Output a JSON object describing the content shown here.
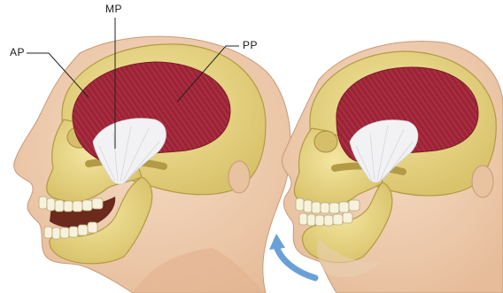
{
  "labels": {
    "anterior": "AP",
    "middle": "MP",
    "posterior": "PP"
  },
  "colors": {
    "skin": "#f0d0b4",
    "skin_shade": "#dfb592",
    "bone": "#e8d88a",
    "bone_shade": "#c9b356",
    "muscle": "#9c2436",
    "muscle_highlight": "#c04558",
    "tendon": "#f2f2f4",
    "teeth": "#f7f2dc",
    "mouth_interior": "#6b2a1c",
    "arrow": "#6aa0d8",
    "leader_line": "#222222"
  },
  "figures": {
    "left": "jaw-open",
    "right": "jaw-closing",
    "arrow_icon": "curved-arrow-up-icon"
  }
}
